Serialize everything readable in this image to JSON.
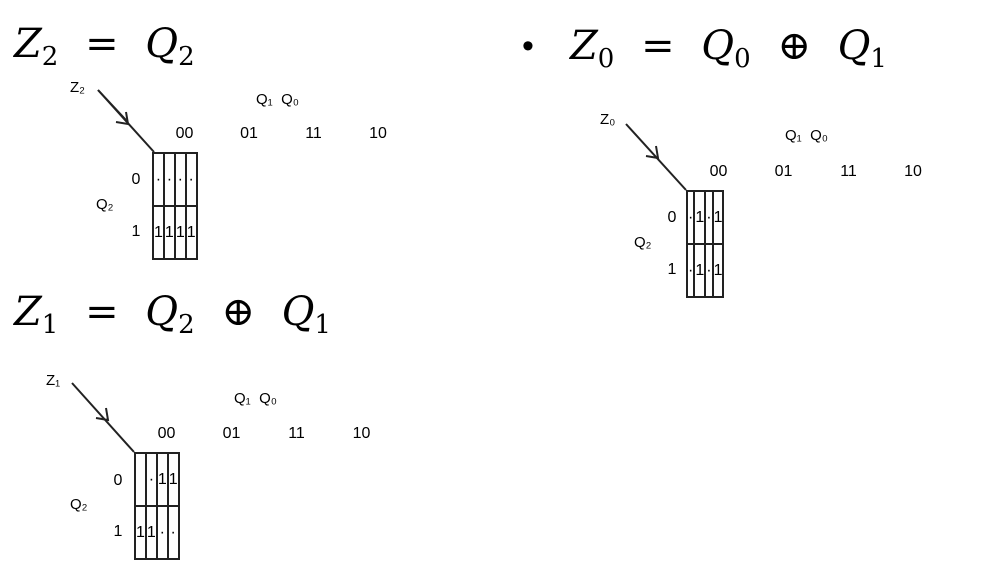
{
  "equations": {
    "z2": {
      "lhs": "Z",
      "lhs_sub": "2",
      "eq": "=",
      "t1": "Q",
      "t1_sub": "2"
    },
    "z1": {
      "lhs": "Z",
      "lhs_sub": "1",
      "eq": "=",
      "t1": "Q",
      "t1_sub": "2",
      "op": "⊕",
      "t2": "Q",
      "t2_sub": "1"
    },
    "z0": {
      "bullet": "•",
      "lhs": "Z",
      "lhs_sub": "0",
      "eq": "=",
      "t1": "Q",
      "t1_sub": "0",
      "op": "⊕",
      "t2": "Q",
      "t2_sub": "1"
    }
  },
  "kmaps": {
    "z2": {
      "output": "Z₂",
      "col_var": "Q₁  Q₀",
      "row_var": "Q₂",
      "cols": [
        "00",
        "01",
        "11",
        "10"
      ],
      "rows": [
        "0",
        "1"
      ],
      "cells": [
        [
          "·",
          "·",
          "·",
          "·"
        ],
        [
          "1",
          "1",
          "1",
          "1"
        ]
      ]
    },
    "z1": {
      "output": "Z₁",
      "col_var": "Q₁  Q₀",
      "row_var": "Q₂",
      "cols": [
        "00",
        "01",
        "11",
        "10"
      ],
      "rows": [
        "0",
        "1"
      ],
      "cells": [
        [
          "",
          "·",
          "1",
          "1"
        ],
        [
          "1",
          "1",
          "·",
          "·"
        ]
      ]
    },
    "z0": {
      "output": "Z₀",
      "col_var": "Q₁  Q₀",
      "row_var": "Q₂",
      "cols": [
        "00",
        "01",
        "11",
        "10"
      ],
      "rows": [
        "0",
        "1"
      ],
      "cells": [
        [
          "·",
          "1",
          "·",
          "1"
        ],
        [
          "·",
          "1",
          "·",
          "1"
        ]
      ]
    }
  }
}
